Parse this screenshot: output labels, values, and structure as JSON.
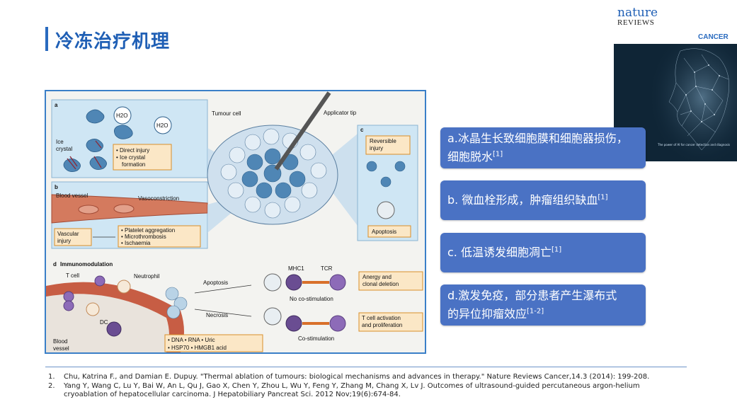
{
  "slide": {
    "title": "冷冻治疗机理"
  },
  "logo": {
    "nature": "nature",
    "reviews": "REVIEWS",
    "cancer": "CANCER"
  },
  "cover": {
    "text": "The power of AI for cancer detection and diagnosis"
  },
  "diagram": {
    "panel_a": "a",
    "panel_b": "b",
    "panel_c": "c",
    "panel_d": "d",
    "tumour_cell": "Tumour cell",
    "applicator_tip": "Applicator tip",
    "h2o": "H2O",
    "ice_crystal_1": "Ice",
    "ice_crystal_2": "crystal",
    "a_bullet_1": "• Direct injury",
    "a_bullet_2": "• Ice crystal",
    "a_bullet_3": "formation",
    "blood_vessel": "Blood vessel",
    "vasoconstriction": "Vasoconstriction",
    "vascular_1": "Vascular",
    "vascular_2": "injury",
    "b_bullet_1": "• Platelet aggregation",
    "b_bullet_2": "• Microthrombosis",
    "b_bullet_3": "• Ischaemia",
    "reversible_1": "Reversible",
    "reversible_2": "injury",
    "apoptosis": "Apoptosis",
    "immunomodulation": "Immunomodulation",
    "t_cell": "T cell",
    "neutrophil": "Neutrophil",
    "dc": "DC",
    "blood_1": "Blood",
    "blood_2": "vessel",
    "d_apoptosis": "Apoptosis",
    "d_necrosis": "Necrosis",
    "mhc1": "MHC1",
    "tcr": "TCR",
    "no_costim": "No co-stimulation",
    "costim": "Co-stimulation",
    "anergy_1": "Anergy and",
    "anergy_2": "clonal deletion",
    "tact_1": "T cell activation",
    "tact_2": "and proliferation",
    "dna_1": "• DNA    • RNA    • Uric",
    "dna_2": "• HSP70  • HMGB1   acid"
  },
  "callouts": [
    {
      "line1": "a.冰晶生长致细胞膜和细胞器损伤，",
      "line2": "细胞脱水",
      "ref": "[1]"
    },
    {
      "line1": "b. 微血栓形成，肿瘤组织缺血",
      "ref": "[1]"
    },
    {
      "line1": "c. 低温诱发细胞凋亡",
      "ref": "[1]"
    },
    {
      "line1": "d.激发免疫，部分患者产生瀑布式",
      "line2": "的异位抑瘤效应",
      "ref": "[1-2]"
    }
  ],
  "references": [
    {
      "num": "1.",
      "text": "Chu, Katrina F., and Damian E. Dupuy. \"Thermal ablation of tumours: biological mechanisms and advances in therapy.\" Nature Reviews Cancer,14.3 (2014): 199-208."
    },
    {
      "num": "2.",
      "text": " Yang Y, Wang C, Lu Y, Bai W, An L, Qu J, Gao X, Chen Y, Zhou L, Wu Y, Feng Y, Zhang M, Chang X, Lv J. Outcomes of ultrasound-guided percutaneous argon-helium cryoablation of hepatocellular carcinoma. J Hepatobiliary Pancreat Sci. 2012 Nov;19(6):674-84."
    }
  ]
}
